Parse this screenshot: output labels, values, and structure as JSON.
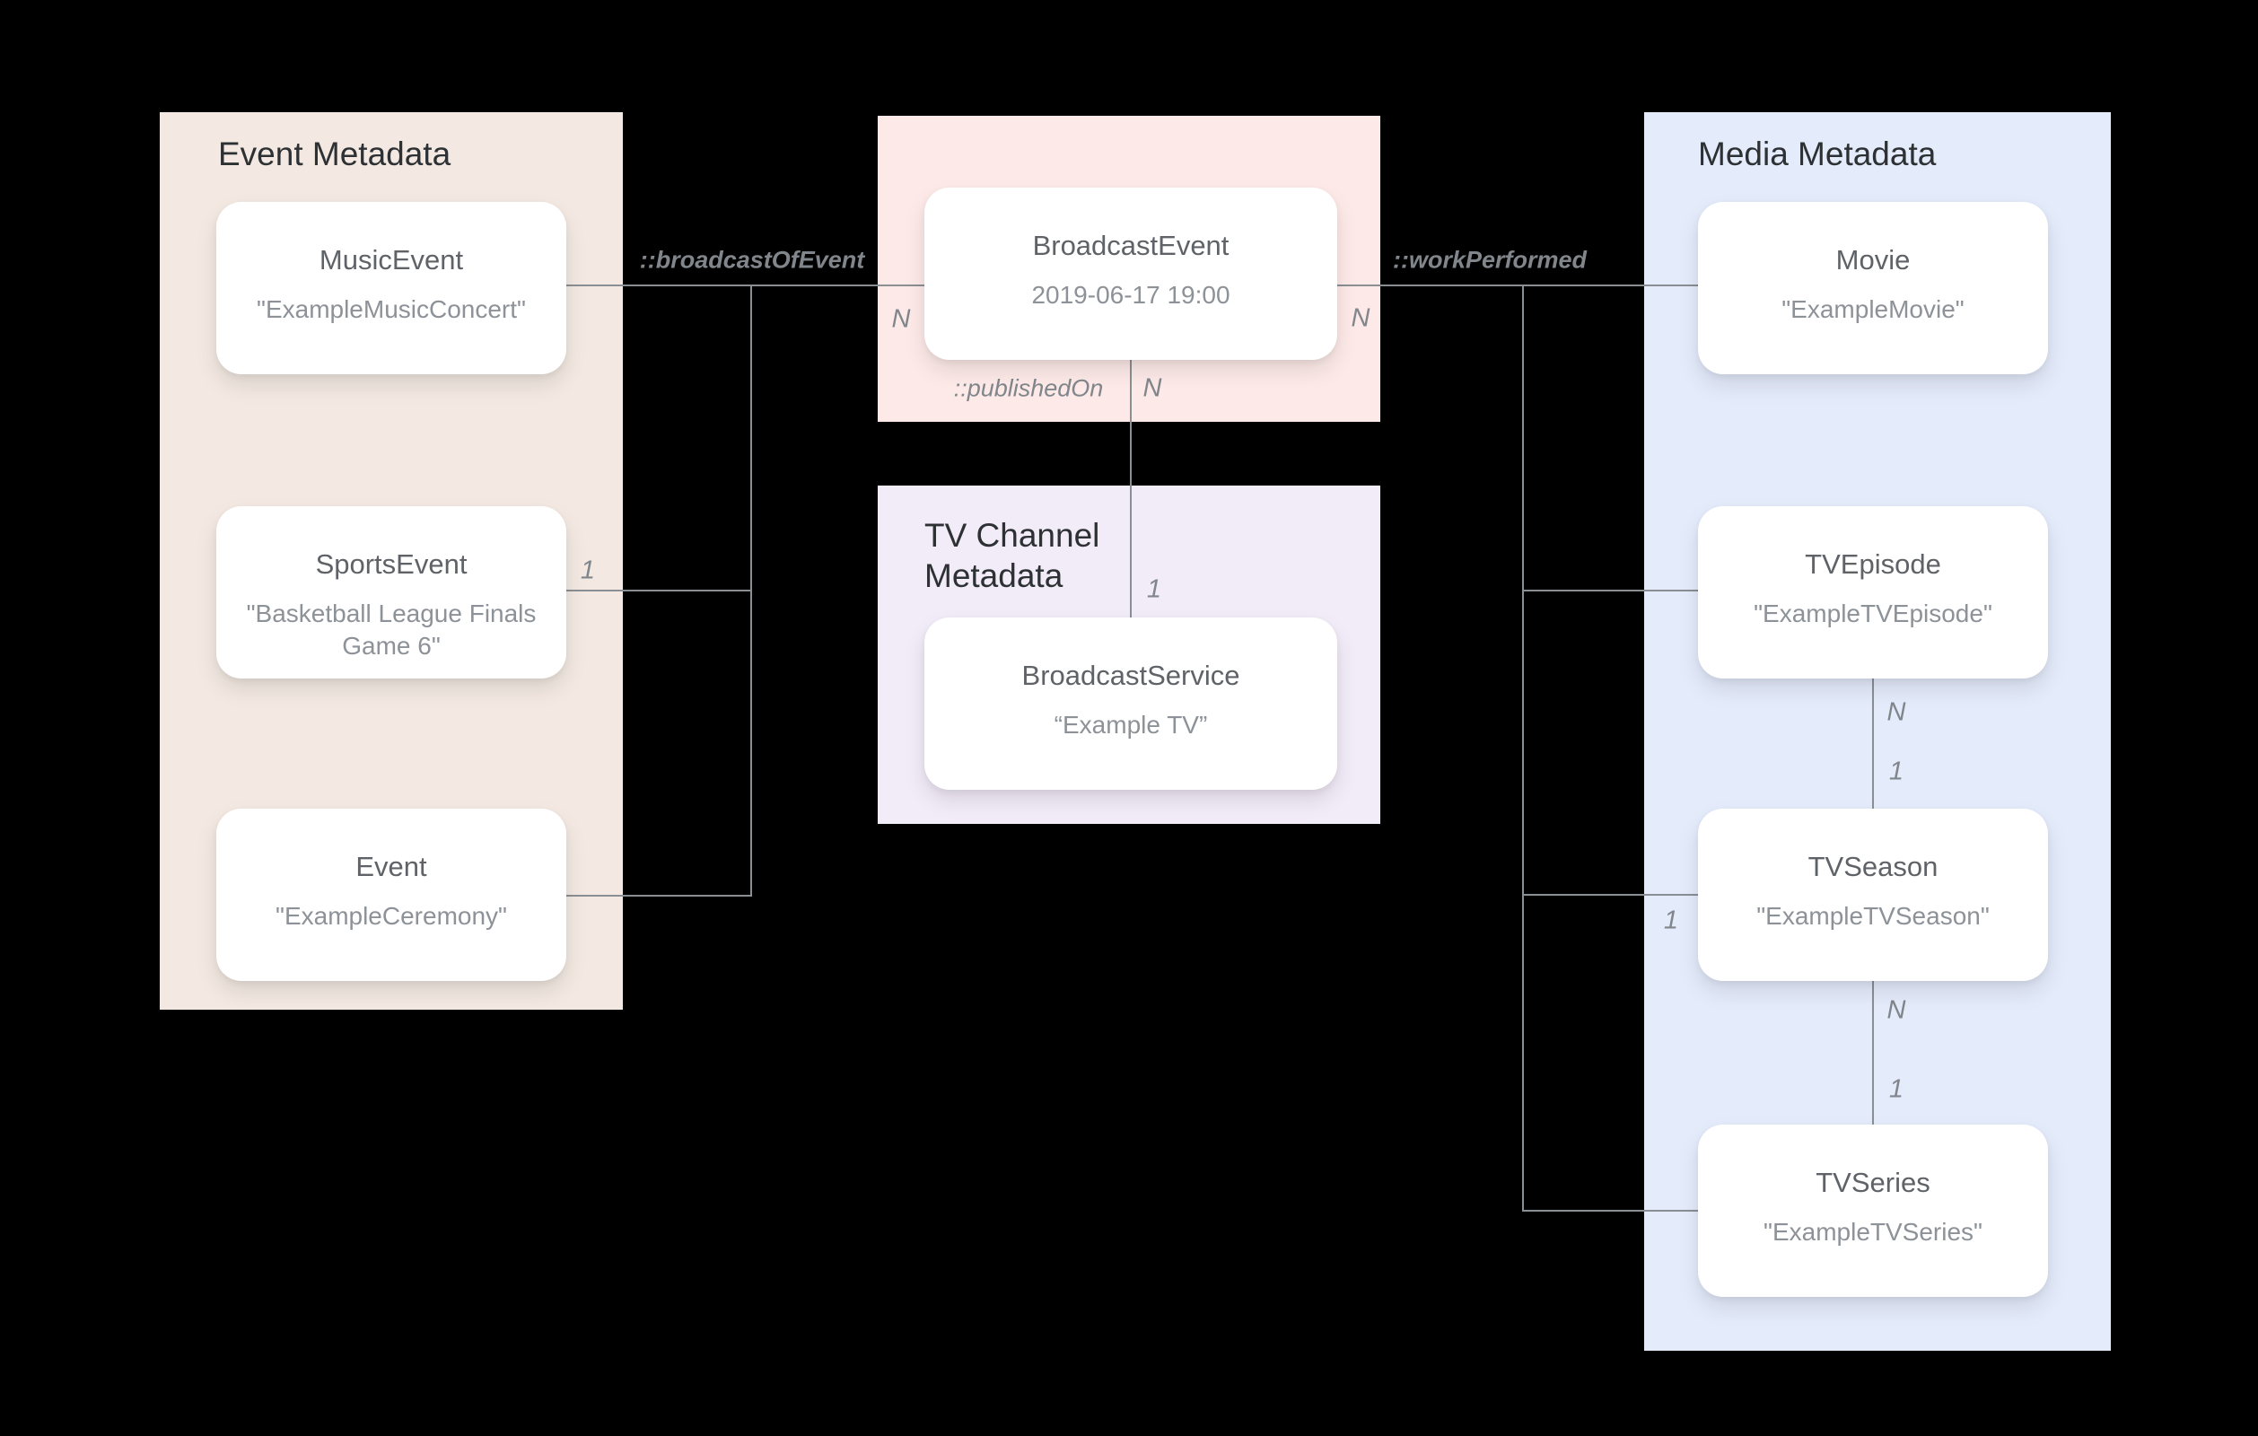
{
  "diagram": {
    "panels": {
      "event": {
        "title": "Event Metadata"
      },
      "tv_channel": {
        "title": "TV Channel Metadata"
      },
      "media": {
        "title": "Media Metadata"
      }
    },
    "cards": {
      "music_event": {
        "title": "MusicEvent",
        "subtitle": "\"ExampleMusicConcert\""
      },
      "sports_event": {
        "title": "SportsEvent",
        "subtitle": "\"Basketball League Finals Game 6\""
      },
      "event": {
        "title": "Event",
        "subtitle": "\"ExampleCeremony\""
      },
      "broadcast_event": {
        "title": "BroadcastEvent",
        "subtitle": "2019-06-17 19:00"
      },
      "broadcast_service": {
        "title": "BroadcastService",
        "subtitle": "“Example TV”"
      },
      "movie": {
        "title": "Movie",
        "subtitle": "\"ExampleMovie\""
      },
      "tv_episode": {
        "title": "TVEpisode",
        "subtitle": "\"ExampleTVEpisode\""
      },
      "tv_season": {
        "title": "TVSeason",
        "subtitle": "\"ExampleTVSeason\""
      },
      "tv_series": {
        "title": "TVSeries",
        "subtitle": "\"ExampleTVSeries\""
      }
    },
    "relations": {
      "broadcast_of_event": "::broadcastOfEvent",
      "published_on": "::publishedOn",
      "work_performed": "::workPerformed"
    },
    "cardinalities": {
      "broadcast_of_event_n": "N",
      "sports_event_1": "1",
      "published_on_n": "N",
      "published_on_1": "1",
      "work_performed_n": "N",
      "tv_season_1": "1",
      "episode_season_n": "N",
      "episode_season_1": "1",
      "season_series_n": "N",
      "season_series_1": "1"
    },
    "colors": {
      "background": "#000000",
      "event_panel": "#f3e9e2",
      "broadcast_panel": "#fdeae8",
      "tv_channel_panel": "#f2ebf8",
      "media_panel": "#e4ebfb",
      "card": "#ffffff",
      "line": "#8a8f94",
      "panel_title_text": "#2d3134",
      "card_title_text": "#5f6368",
      "card_subtitle_text": "#8d9298",
      "relation_label_text": "#80868b"
    }
  }
}
